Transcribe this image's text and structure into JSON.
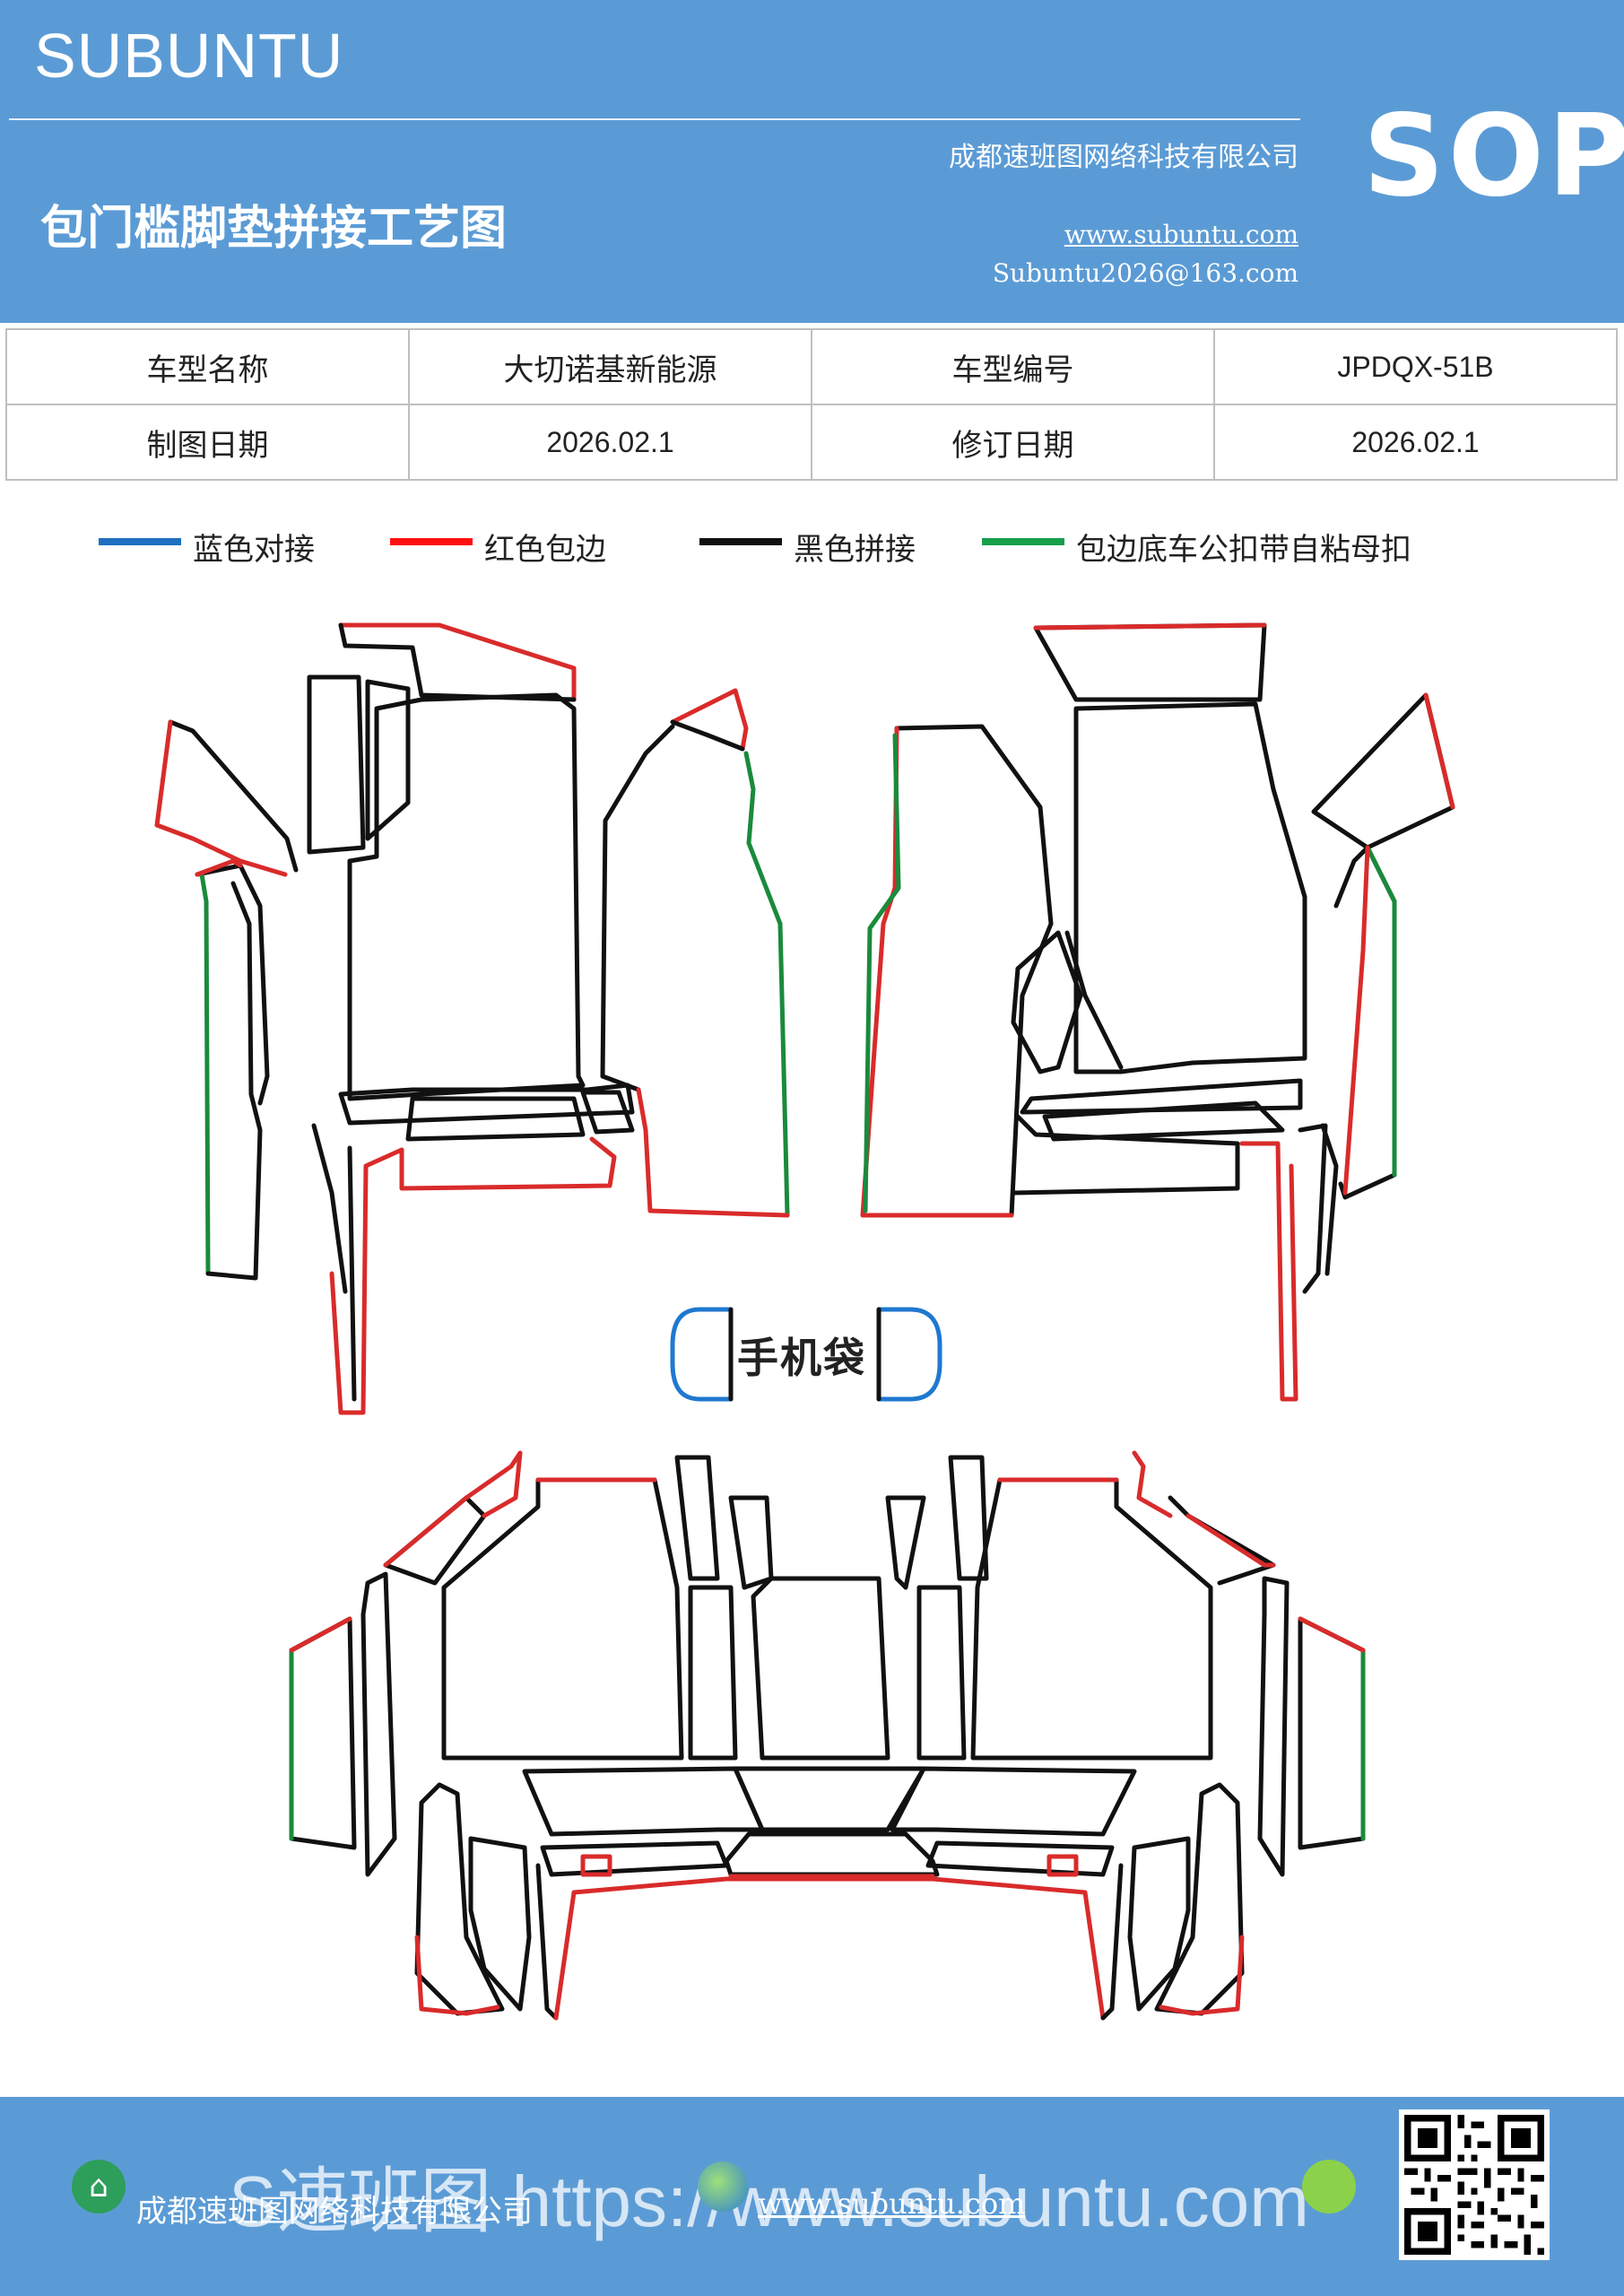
{
  "header": {
    "brand": "SUBUNTU",
    "company": "成都速班图网络科技有限公司",
    "title": "包门槛脚垫拼接工艺图",
    "website": "www.subuntu.com",
    "email": "Subuntu2026@163.com",
    "doc_type": "SOP"
  },
  "info": {
    "model_name_label": "车型名称",
    "model_name": "大切诺基新能源",
    "model_code_label": "车型编号",
    "model_code": "JPDQX-51B",
    "draw_date_label": "制图日期",
    "draw_date": "2026.02.1",
    "revise_date_label": "修订日期",
    "revise_date": "2026.02.1"
  },
  "legend": [
    {
      "label": "蓝色对接",
      "color": "#1f6fc0"
    },
    {
      "label": "红色包边",
      "color": "#ff1010"
    },
    {
      "label": "黑色拼接",
      "color": "#111111"
    },
    {
      "label": "包边底车公扣带自粘母扣",
      "color": "#17a04a"
    }
  ],
  "diagram": {
    "pocket_label": "手机袋",
    "colors": {
      "blue": "#1f78d0",
      "red": "#d92b2b",
      "black": "#111111",
      "green": "#1a8a3c"
    }
  },
  "footer": {
    "company": "成都速班图网络科技有限公司",
    "url": "www.subuntu.com",
    "watermark": "S速班图 https://www.subuntu.com"
  }
}
